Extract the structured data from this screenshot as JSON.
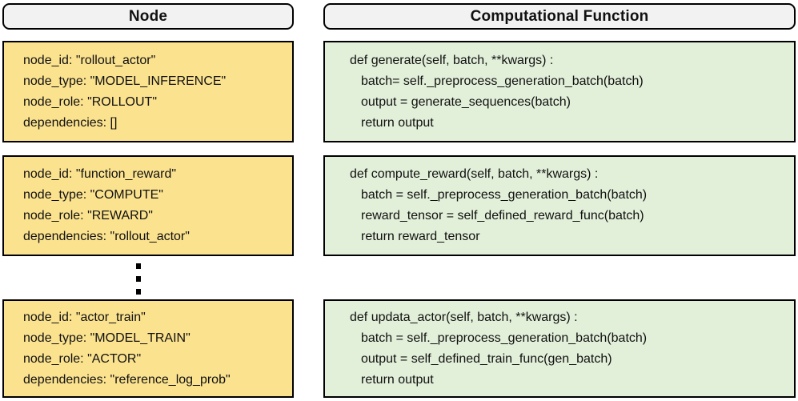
{
  "headers": {
    "left": "Node",
    "right": "Computational Function"
  },
  "colors": {
    "node_fill": "#FBE28F",
    "code_fill": "#E2EFD9",
    "header_fill": "#F2F2F2",
    "border_color": "#000000",
    "text_color": "#111111"
  },
  "icons": {
    "vertical_ellipsis": "⋮"
  },
  "rows": [
    {
      "node": {
        "lines": [
          "node_id: \"rollout_actor\"",
          "node_type: \"MODEL_INFERENCE\"",
          "node_role: \"ROLLOUT\"",
          "dependencies: []"
        ]
      },
      "code": {
        "lines": [
          "def generate(self, batch, **kwargs) :",
          "batch= self._preprocess_generation_batch(batch)",
          "output = generate_sequences(batch)",
          "return output"
        ]
      }
    },
    {
      "node": {
        "lines": [
          "node_id: \"function_reward\"",
          "node_type: \"COMPUTE\"",
          "node_role: \"REWARD\"",
          "dependencies: \"rollout_actor\""
        ]
      },
      "code": {
        "lines": [
          "def compute_reward(self, batch, **kwargs) :",
          "batch = self._preprocess_generation_batch(batch)",
          "reward_tensor = self_defined_reward_func(batch)",
          "return reward_tensor"
        ]
      }
    },
    {
      "node": {
        "lines": [
          "node_id: \"actor_train\"",
          "node_type: \"MODEL_TRAIN\"",
          "node_role: \"ACTOR\"",
          "dependencies: \"reference_log_prob\""
        ]
      },
      "code": {
        "lines": [
          "def updata_actor(self, batch, **kwargs) :",
          "batch = self._preprocess_generation_batch(batch)",
          "output = self_defined_train_func(gen_batch)",
          "return output"
        ]
      }
    }
  ]
}
